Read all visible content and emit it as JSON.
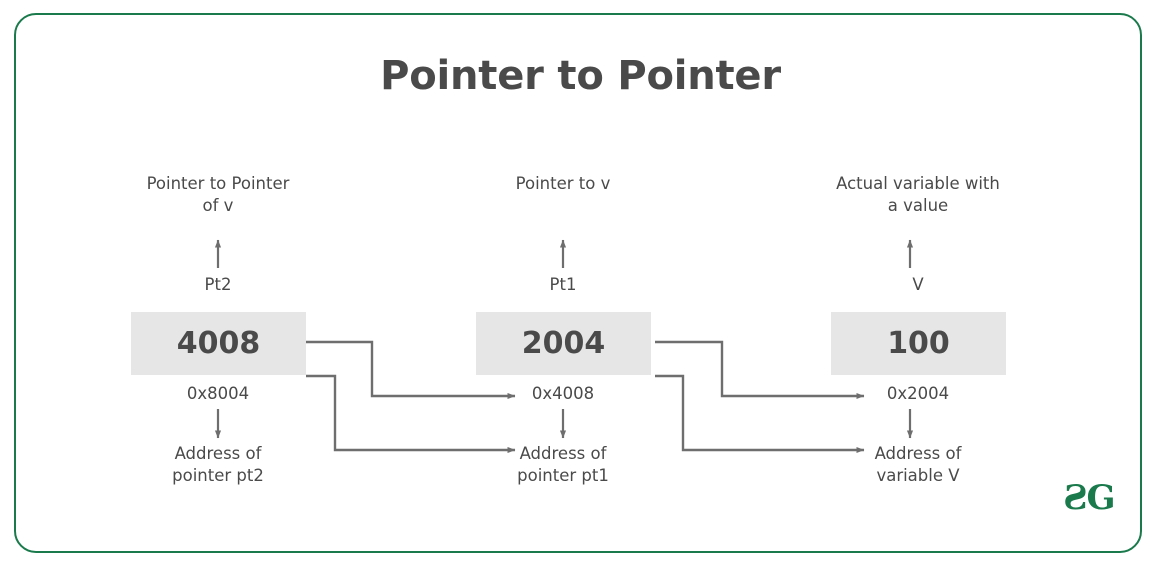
{
  "diagram": {
    "title": "Pointer to Pointer",
    "border_color": "#1a7a4c",
    "box_fill": "#e6e6e6",
    "text_color": "#4a4a4a",
    "wire_color": "#6e6e6e",
    "columns": [
      {
        "id": "pointer-to-pointer",
        "caption": "Pointer to Pointer\nof v",
        "caption_line1": "Pointer to Pointer",
        "caption_line2": "of v",
        "var_name": "Pt2",
        "value": "4008",
        "address": "0x8004",
        "description_line1": "Address of",
        "description_line2": "pointer pt2"
      },
      {
        "id": "pointer-to-v",
        "caption": "Pointer to v",
        "caption_line1": "Pointer to v",
        "caption_line2": "",
        "var_name": "Pt1",
        "value": "2004",
        "address": "0x4008",
        "description_line1": "Address of",
        "description_line2": "pointer pt1"
      },
      {
        "id": "actual-variable",
        "caption": "Actual variable with\na value",
        "caption_line1": "Actual variable with",
        "caption_line2": "a value",
        "var_name": "V",
        "value": "100",
        "address": "0x2004",
        "description_line1": "Address of",
        "description_line2": "variable V"
      }
    ],
    "logo": {
      "name": "geeksforgeeks-logo",
      "text": "ƧG",
      "color": "#1a7a4c"
    }
  }
}
